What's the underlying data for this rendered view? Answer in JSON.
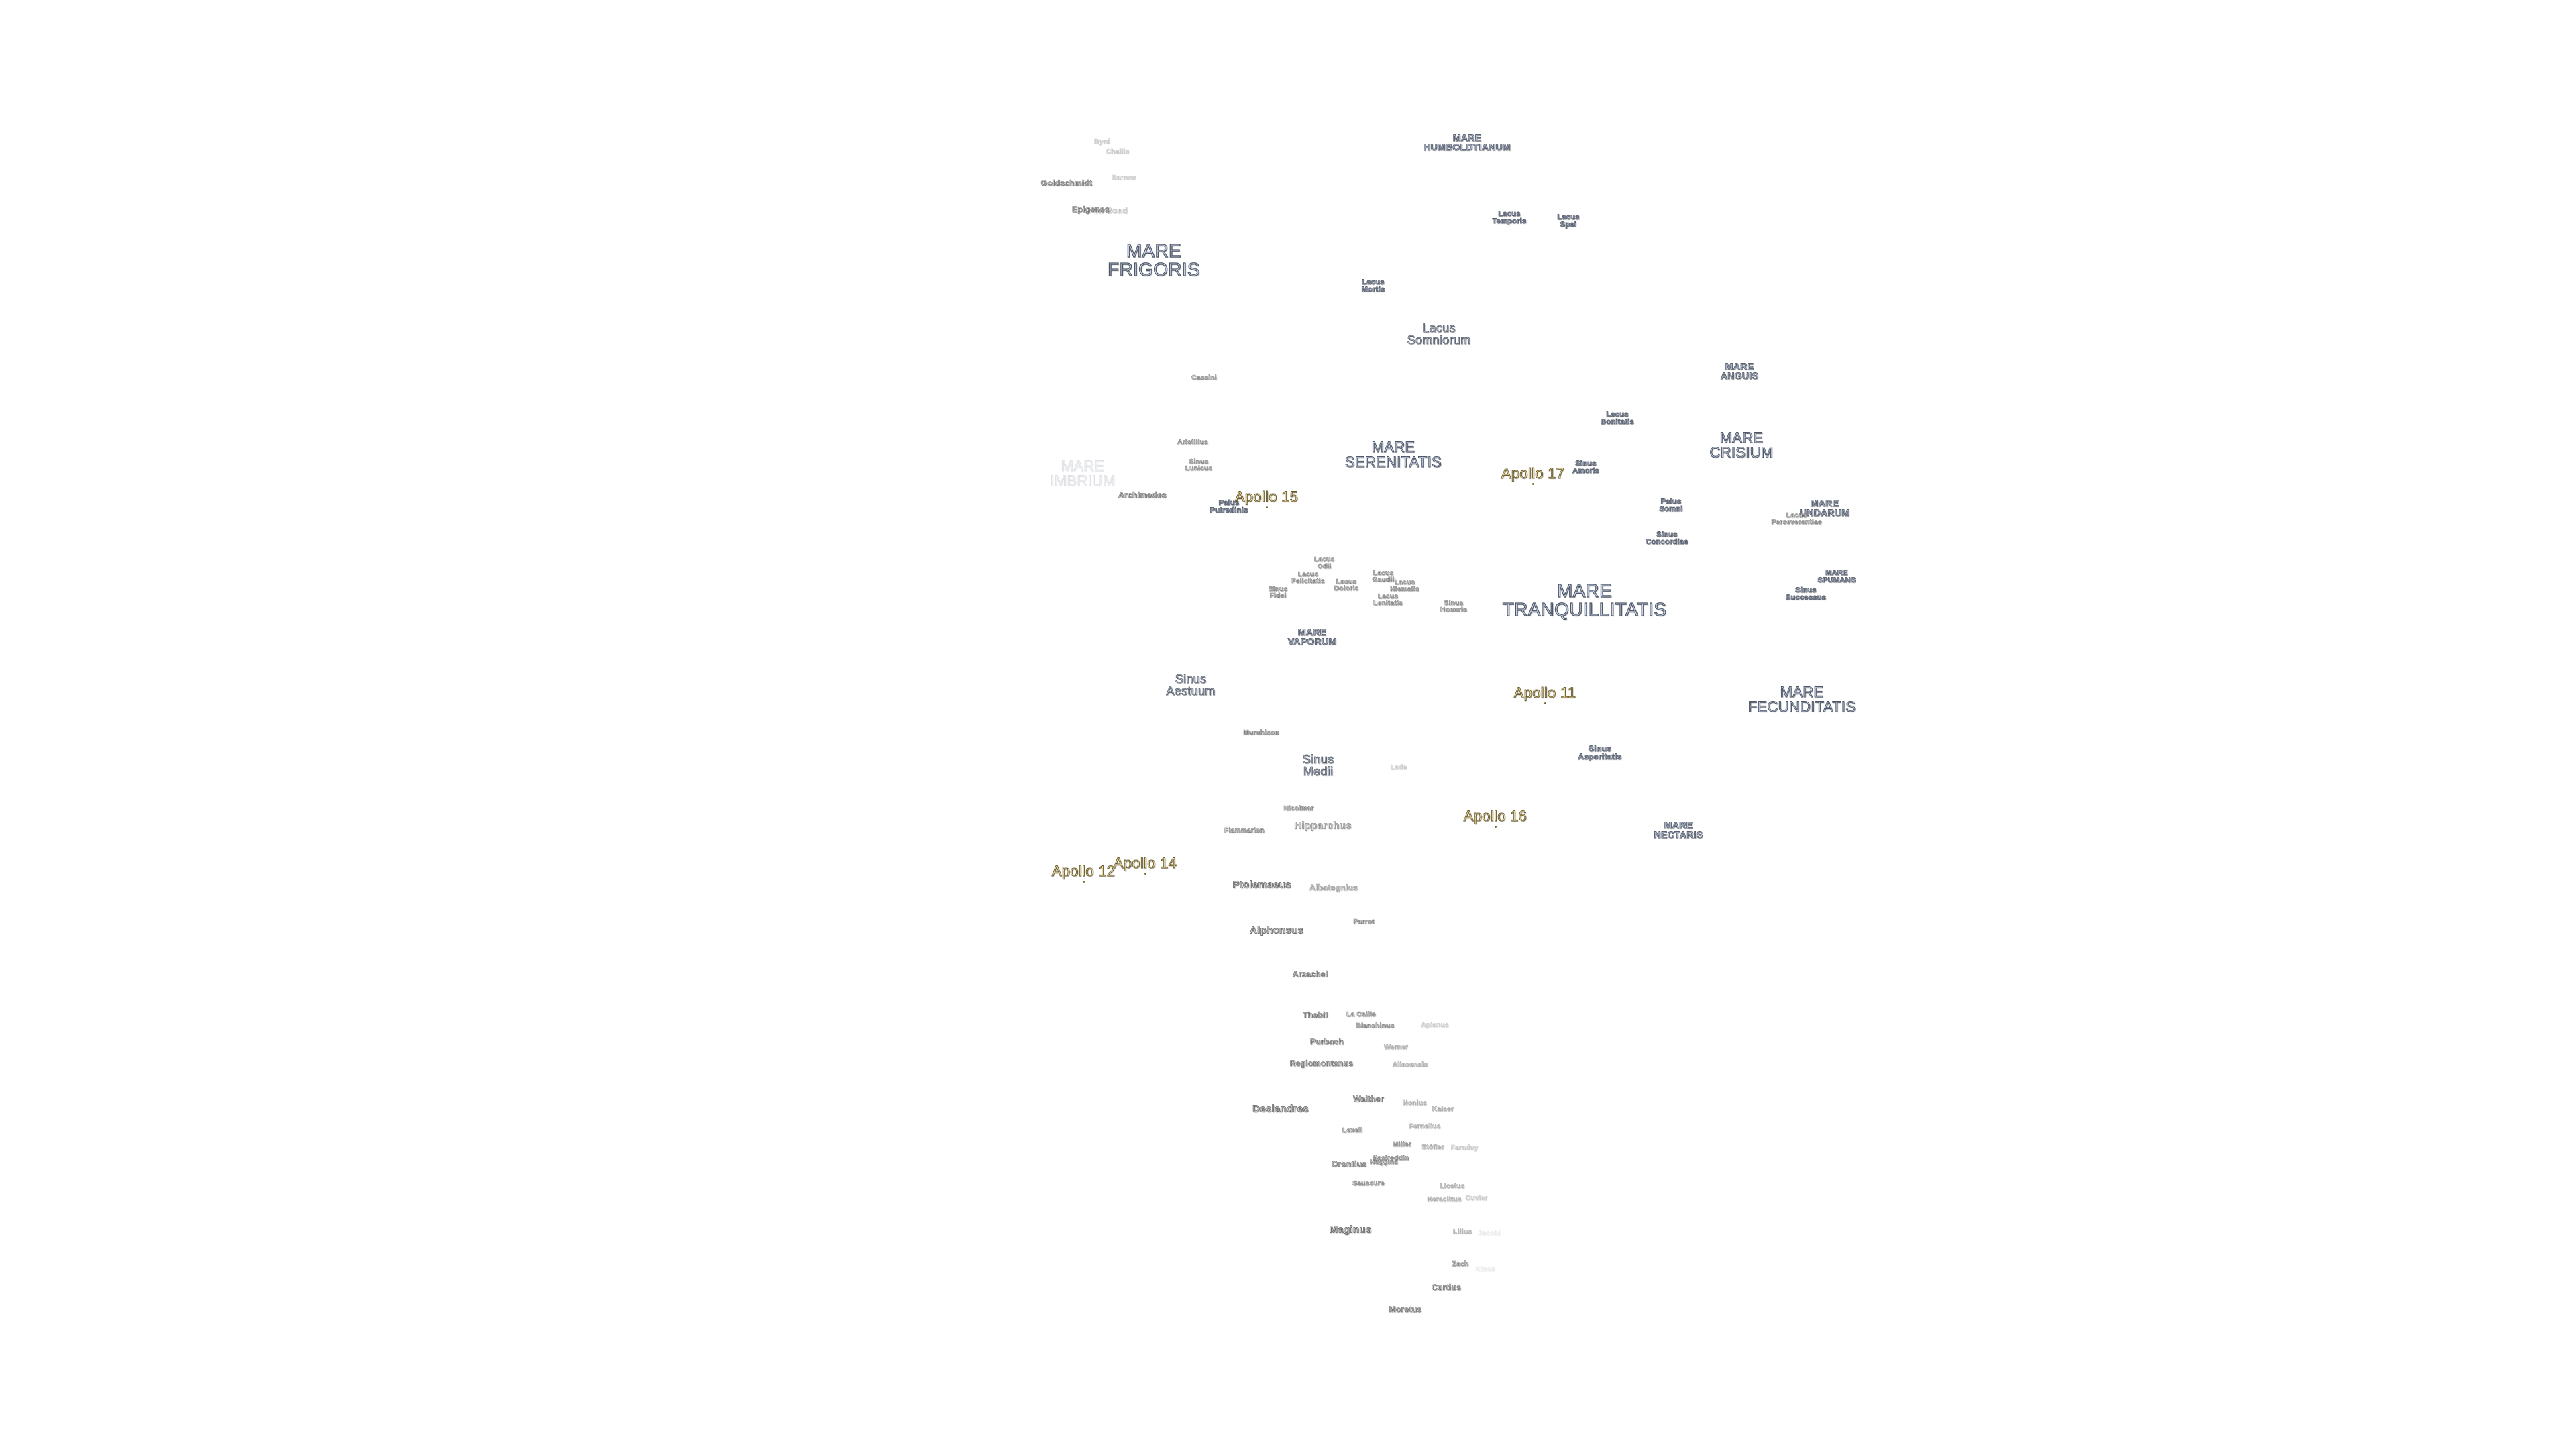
{
  "labels": {
    "mare_frigoris": "MARE\nFRIGORIS",
    "mare_humboldtianum": "MARE\nHUMBOLDTIANUM",
    "mare_serenitatis": "MARE\nSERENITATIS",
    "mare_crisium": "MARE\nCRISIUM",
    "mare_anguis": "MARE\nANGUIS",
    "mare_undarum": "MARE\nUNDARUM",
    "mare_spumans": "MARE\nSPUMANS",
    "mare_tranquillitatis": "MARE\nTRANQUILLITATIS",
    "mare_vaporum": "MARE\nVAPORUM",
    "mare_fecunditatis": "MARE\nFECUNDITATIS",
    "mare_nectaris": "MARE\nNECTARIS",
    "mare_imbrium": "MARE\nIMBRIUM",
    "lacus_somniorum": "Lacus\nSomniorum",
    "lacus_mortis": "Lacus\nMortis",
    "lacus_temporis": "Lacus\nTemporis",
    "lacus_spei": "Lacus\nSpei",
    "lacus_bonitatis": "Lacus\nBonitatis",
    "lacus_perseverantiae": "Lacus\nPerseverantiae",
    "lacus_odii": "Lacus\nOdii",
    "lacus_felicitatis": "Lacus\nFelicitatis",
    "lacus_doloris": "Lacus\nDoloris",
    "lacus_gaudii": "Lacus\nGaudii",
    "lacus_hiemalis": "Lacus\nHiemalis",
    "lacus_lenitatis": "Lacus\nLenitatis",
    "sinus_amoris": "Sinus\nAmoris",
    "sinus_concordiae": "Sinus\nConcordiae",
    "sinus_successus": "Sinus\nSuccessus",
    "sinus_honoris": "Sinus\nHonoris",
    "sinus_lunicus": "Sinus\nLunicus",
    "sinus_fidei": "Sinus\nFidei",
    "sinus_aestuum": "Sinus\nAestuum",
    "sinus_medii": "Sinus\nMedii",
    "sinus_asperitatis": "Sinus\nAsperitatis",
    "palus_somni": "Palus\nSomni",
    "palus_putredinis": "Palus\nPutredinis",
    "byrd": "Byrd",
    "challis": "Challis",
    "goldschmidt": "Goldschmidt",
    "barrow": "Barrow",
    "epigenes": "Epigenes",
    "w_bond": "W. Bond",
    "cassini": "Cassini",
    "aristillus": "Aristillus",
    "archimedes": "Archimedes",
    "murchison": "Murchison",
    "lade": "Lade",
    "nicolmar": "Nicolmar",
    "hipparchus": "Hipparchus",
    "flammarion": "Flammarion",
    "ptolemaeus": "Ptolemaeus",
    "albategnius": "Albategnius",
    "parrot": "Parrot",
    "alphonsus": "Alphonsus",
    "arzachel": "Arzachel",
    "thebit": "Thebit",
    "la_caille": "La Caille",
    "blanchinus": "Blanchinus",
    "apianus": "Apianus",
    "purbach": "Purbach",
    "werner": "Werner",
    "regiomontanus": "Regiomontanus",
    "aliacensis": "Aliacensis",
    "deslandres": "Deslandres",
    "walther": "Walther",
    "nonius": "Nonius",
    "kaiser": "Kaiser",
    "lexell": "Lexell",
    "fernelius": "Fernelius",
    "miller": "Miller",
    "stofler": "Stöfler",
    "faraday": "Faraday",
    "orontius": "Orontius",
    "huggins": "Huggins",
    "nasireddin": "Nasireddin",
    "saussure": "Saussure",
    "licetus": "Licetus",
    "heraclitus": "Heraclitus",
    "cuvier": "Cuvier",
    "maginus": "Maginus",
    "lilius": "Lilius",
    "jacobi": "Jacobi",
    "zach": "Zach",
    "kinau": "Kinau",
    "curtius": "Curtius",
    "moretus": "Moretus"
  },
  "apollo_sites": {
    "apollo_11": "Apollo 11",
    "apollo_12": "Apollo 12",
    "apollo_14": "Apollo 14",
    "apollo_15": "Apollo 15",
    "apollo_16": "Apollo 16",
    "apollo_17": "Apollo 17"
  },
  "colors": {
    "background": "#ffffff",
    "mare_fill": "#c9d3e6",
    "label_outline": "#4f5869",
    "crater_fill": "#d2d2d2",
    "apollo_fill": "#f1e3b0"
  }
}
